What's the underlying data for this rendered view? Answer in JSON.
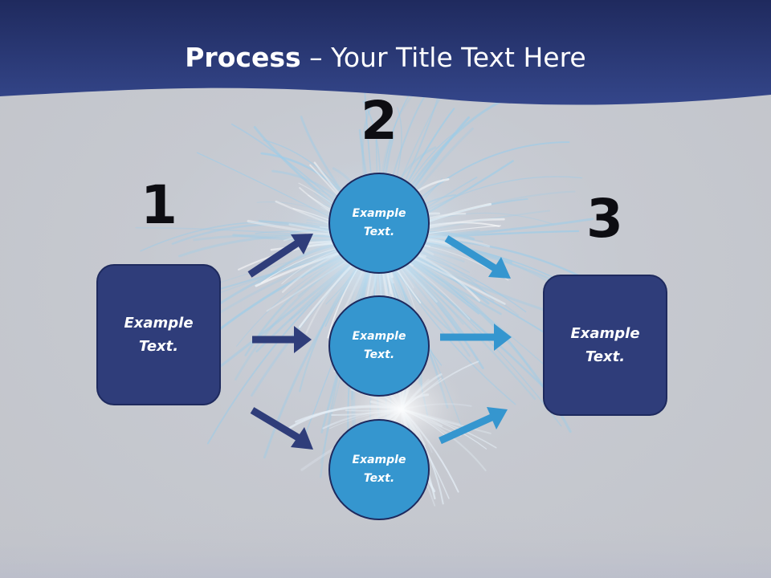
{
  "title": {
    "bold": "Process",
    "rest": " – Your Title Text Here"
  },
  "steps": [
    {
      "number": "1",
      "text": "Example Text."
    },
    {
      "number": "2",
      "items": [
        {
          "text": "Example Text."
        },
        {
          "text": "Example Text."
        },
        {
          "text": "Example Text."
        }
      ]
    },
    {
      "number": "3",
      "text": "Example Text."
    }
  ],
  "colors": {
    "header": "#2b3a78",
    "box_fill": "#2f3d7a",
    "circle_fill": "#3596cf",
    "dark_arrow": "#2f3d7a",
    "light_arrow": "#3596cf"
  }
}
